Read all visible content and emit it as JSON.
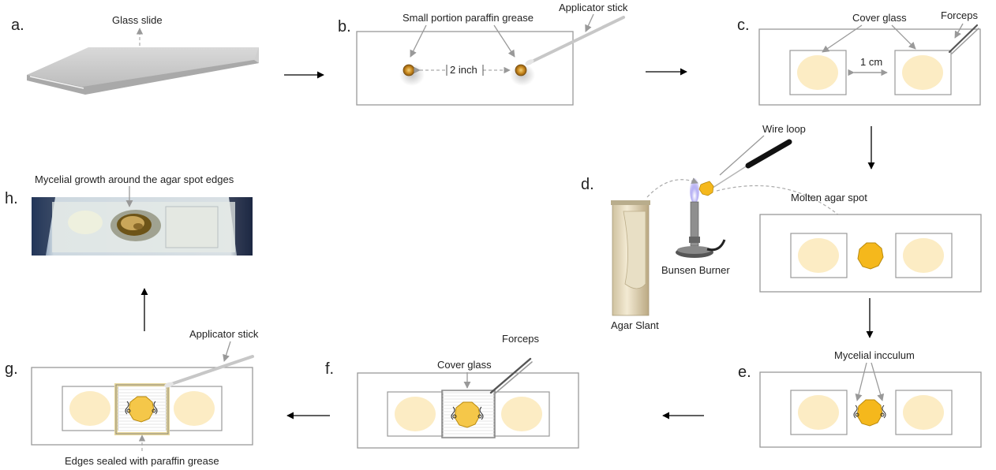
{
  "steps": {
    "a": "a.",
    "b": "b.",
    "c": "c.",
    "d": "d.",
    "e": "e.",
    "f": "f.",
    "g": "g.",
    "h": "h."
  },
  "labels": {
    "glass_slide": "Glass slide",
    "paraffin": "Small portion paraffin grease",
    "applicator_b": "Applicator stick",
    "distance_2inch": "2 inch",
    "cover_glass_c": "Cover glass",
    "forceps_c": "Forceps",
    "distance_1cm": "1 cm",
    "wire_loop": "Wire loop",
    "molten_agar": "Molten agar spot",
    "bunsen": "Bunsen Burner",
    "agar_slant": "Agar Slant",
    "inoculum": "Mycelial incculum",
    "forceps_f": "Forceps",
    "cover_glass_f": "Cover glass",
    "applicator_g": "Applicator stick",
    "sealed": "Edges sealed with paraffin grease",
    "growth": "Mycelial growth around the agar spot edges"
  },
  "colors": {
    "slide_border": "#999999",
    "paraffin_spot": "#c8871e",
    "agar_spot": "#f5b81c",
    "cover_oval": "#fcecc4",
    "arrow": "#000000"
  }
}
